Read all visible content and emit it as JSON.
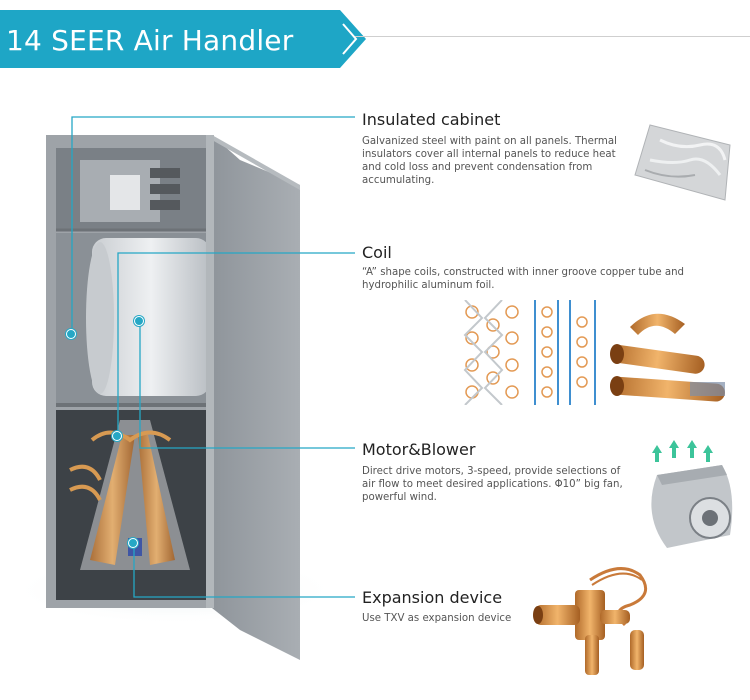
{
  "header": {
    "title": "14 SEER Air Handler"
  },
  "colors": {
    "accent": "#1ea6c6",
    "leader": "#25a7c5"
  },
  "features": [
    {
      "title": "Insulated cabinet",
      "description": "Galvanized steel with paint on all panels. Thermal insulators cover all internal panels to reduce heat and cold loss and prevent condensation from accumulating."
    },
    {
      "title": "Coil",
      "description": "“A” shape coils, constructed with inner groove copper tube and hydrophilic aluminum foil."
    },
    {
      "title": "Motor&Blower",
      "description": "Direct drive motors, 3-speed, provide selections of air flow to meet desired applications. Φ10”  big fan, powerful wind."
    },
    {
      "title": "Expansion device",
      "description": "Use TXV as expansion device"
    }
  ]
}
